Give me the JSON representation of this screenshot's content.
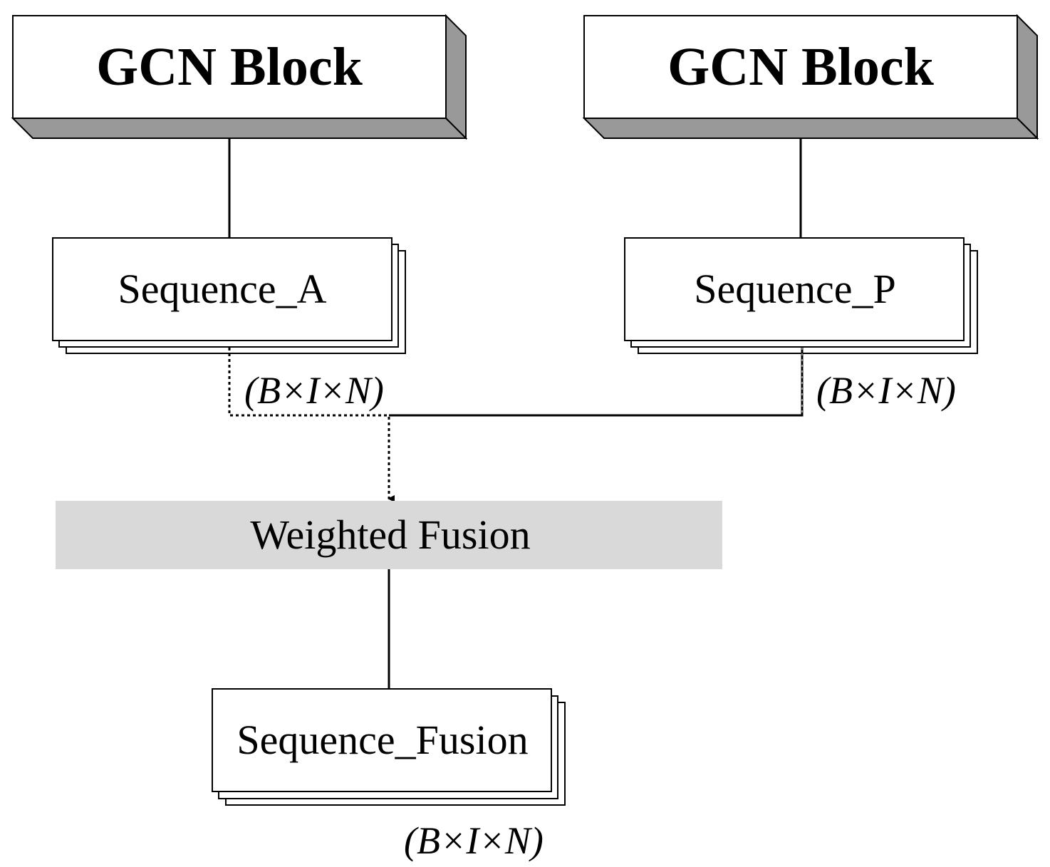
{
  "blocks": {
    "left": {
      "label": "GCN Block"
    },
    "right": {
      "label": "GCN Block"
    }
  },
  "sequences": {
    "a": {
      "label": "Sequence_A",
      "dims": "(B×I×N)"
    },
    "p": {
      "label": "Sequence_P",
      "dims": "(B×I×N)"
    },
    "fusion": {
      "label": "Sequence_Fusion",
      "dims": "(B×I×N)"
    }
  },
  "fusion_node": {
    "label": "Weighted Fusion"
  },
  "colors": {
    "block_shadow": "#999999",
    "fusion_fill": "#d9d9d9",
    "line": "#000000"
  }
}
